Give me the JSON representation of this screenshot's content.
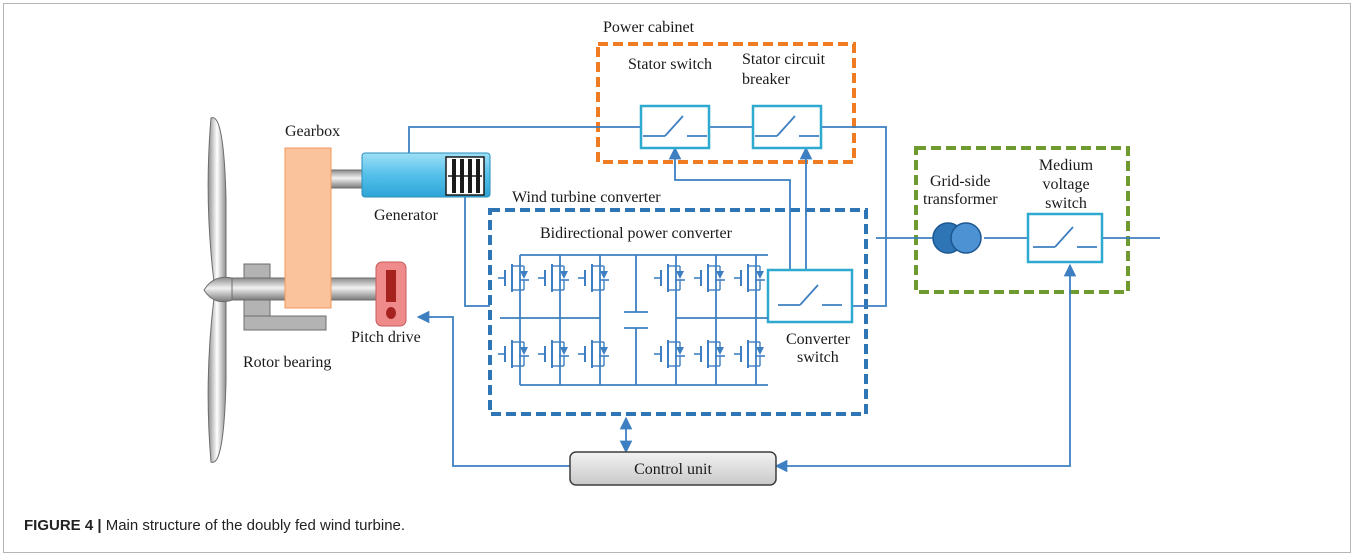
{
  "labels": {
    "power_cabinet": "Power cabinet",
    "stator_switch": "Stator switch",
    "stator_circuit_breaker": [
      "Stator circuit",
      "breaker"
    ],
    "gearbox": "Gearbox",
    "generator": "Generator",
    "wind_turbine_converter": "Wind turbine converter",
    "bidirectional_power_converter": "Bidirectional power converter",
    "grid_side_transformer": [
      "Grid-side",
      "transformer"
    ],
    "medium_voltage_switch": [
      "Medium",
      "voltage",
      "switch"
    ],
    "pitch_drive": "Pitch drive",
    "rotor_bearing": "Rotor bearing",
    "converter_switch": [
      "Converter",
      "switch"
    ],
    "control_unit": "Control unit"
  },
  "caption": {
    "label": "FIGURE 4 |",
    "text": " Main structure of the doubly fed wind turbine."
  },
  "colors": {
    "line_blue": "#3d7fc1",
    "box_cyan": "#2eaad0",
    "power_cabinet_border": "#ef7b22",
    "converter_border": "#2e75b6",
    "grid_border": "#6e9a30",
    "gearbox_fill": "#fbc39b",
    "generator_fill": "#63c7ec",
    "pitch_drive_fill": "#ef8b8b",
    "pitch_drive_mark": "#a5221f",
    "control_unit_fill": "#dcdcdc",
    "turbine_gray": "#a9a9a9"
  }
}
